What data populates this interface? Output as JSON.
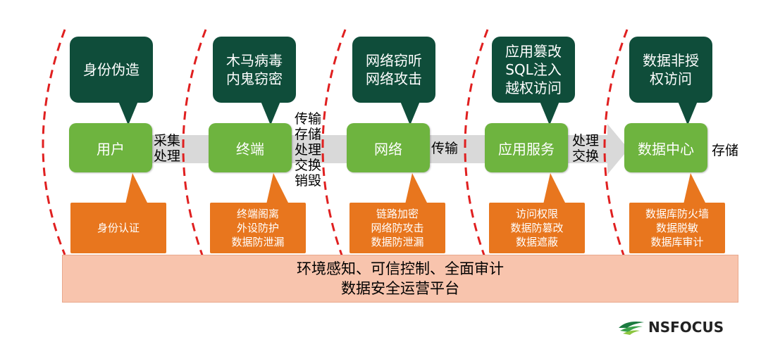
{
  "stages": [
    {
      "name": "用户"
    },
    {
      "name": "终端"
    },
    {
      "name": "网络"
    },
    {
      "name": "应用服务"
    },
    {
      "name": "数据中心"
    }
  ],
  "threats": [
    "身份伪造",
    "木马病毒\n内鬼窃密",
    "网络窃听\n网络攻击",
    "应用篡改\nSQL注入\n越权访问",
    "数据非授\n权访问"
  ],
  "defenses": [
    "身份认证",
    "终端阁离\n外设防护\n数据防泄漏",
    "链路加密\n网络防攻击\n数据防泄漏",
    "访问权限\n数据防篡改\n数据遮蔽",
    "数据库防火墙\n数据脱敏\n数据库审计"
  ],
  "flow_labels": [
    "采集\n处理",
    "传输\n存储\n处理\n交换\n销毁",
    "传输",
    "处理\n交换",
    "存储"
  ],
  "platform": {
    "line1": "环境感知、可信控制、全面审计",
    "line2": "数据安全运营平台"
  },
  "logo": {
    "text": "NSFOCUS"
  },
  "colors": {
    "stage_green": "#6eb43f",
    "threat_dark": "#0f4d3a",
    "defense_orange": "#e8761e",
    "platform_pink": "#f8c4ad",
    "arrow_gray": "#d9d9d9",
    "dash_red": "#e02020"
  }
}
